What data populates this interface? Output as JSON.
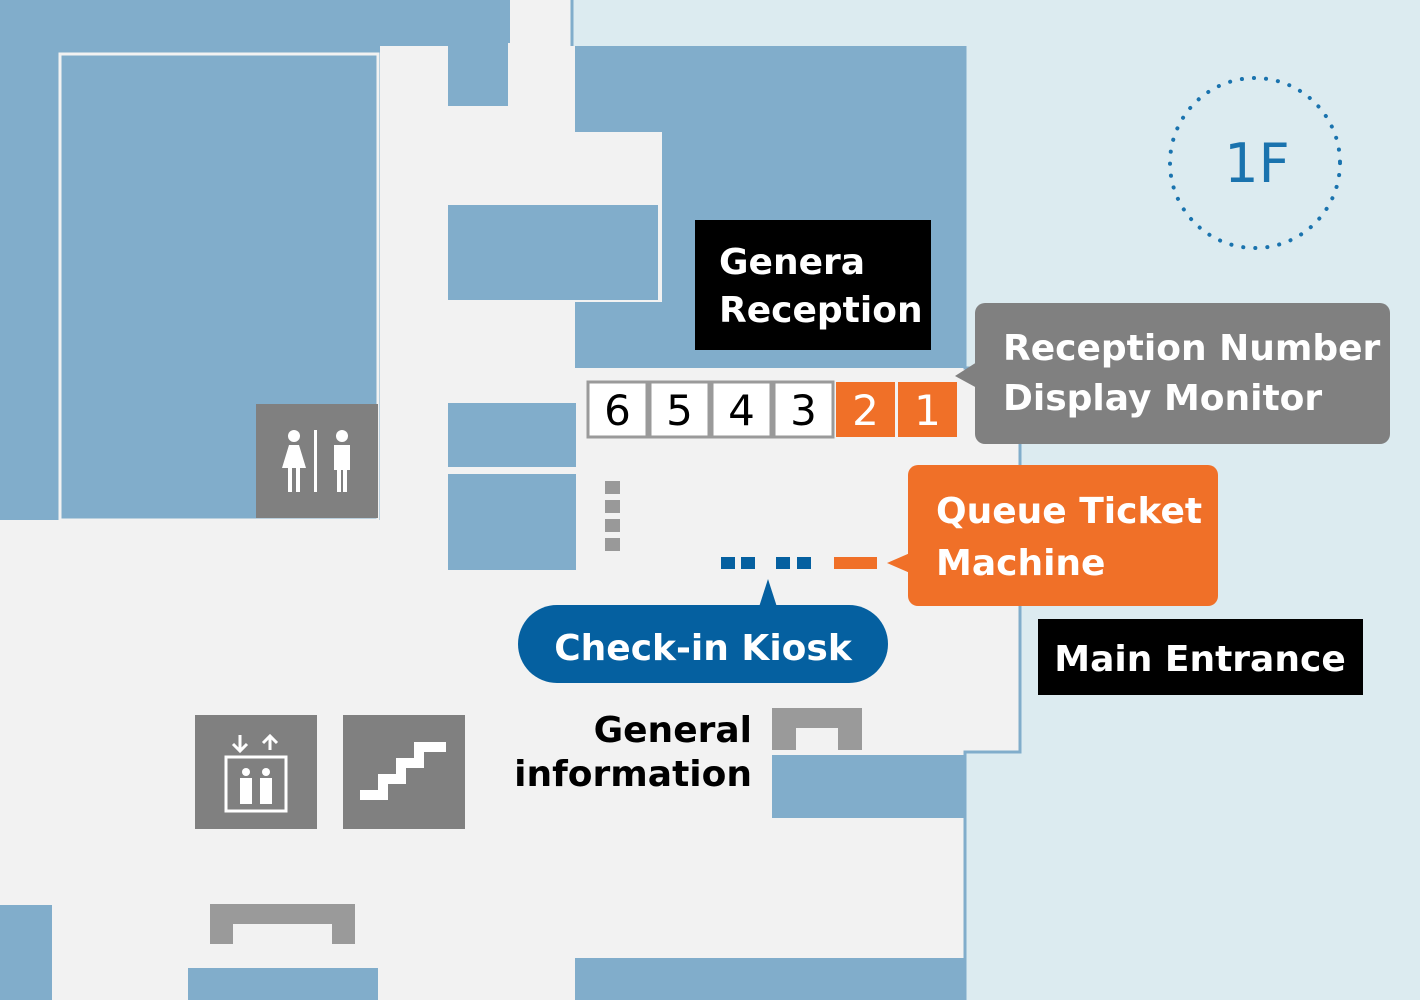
{
  "floor_badge": {
    "label": "1F"
  },
  "labels": {
    "general_reception": [
      "Genera",
      "Reception"
    ],
    "display_monitor": [
      "Reception Number",
      "Display Monitor"
    ],
    "queue_ticket": [
      "Queue Ticket",
      "Machine"
    ],
    "checkin_kiosk": "Check-in Kiosk",
    "main_entrance": "Main Entrance",
    "general_information": [
      "General",
      "information"
    ]
  },
  "counters": [
    {
      "number": "6",
      "active": false
    },
    {
      "number": "5",
      "active": false
    },
    {
      "number": "4",
      "active": false
    },
    {
      "number": "3",
      "active": false
    },
    {
      "number": "2",
      "active": true
    },
    {
      "number": "1",
      "active": true
    }
  ],
  "icons": {
    "restroom": "restroom-icon",
    "elevator": "elevator-icon",
    "stairs": "stairs-icon"
  },
  "colors": {
    "outdoor": "#dcebf0",
    "floor": "#f2f2f2",
    "room": "#81adcb",
    "facility_gray": "#808080",
    "label_black": "#000000",
    "accent_orange": "#f07028",
    "kiosk_blue": "#0560a0",
    "floor_badge_blue": "#1a73ae"
  }
}
